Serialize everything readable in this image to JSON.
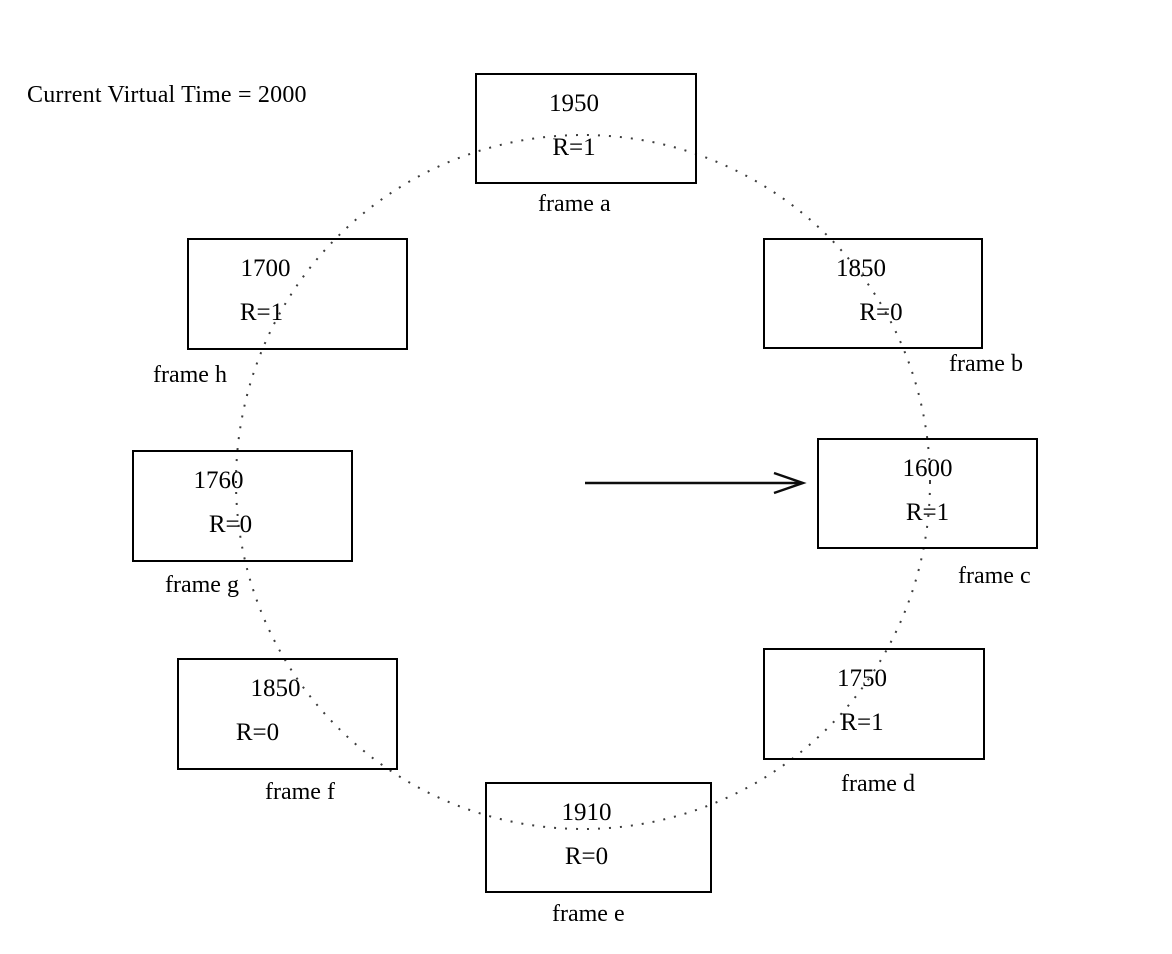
{
  "title": "Current Virtual Time = 2000",
  "frames": [
    {
      "label": "frame a",
      "time": "1950",
      "rbit": "R=1"
    },
    {
      "label": "frame b",
      "time": "1850",
      "rbit": "R=0"
    },
    {
      "label": "frame c",
      "time": "1600",
      "rbit": "R=1"
    },
    {
      "label": "frame d",
      "time": "1750",
      "rbit": "R=1"
    },
    {
      "label": "frame e",
      "time": "1910",
      "rbit": "R=0"
    },
    {
      "label": "frame f",
      "time": "1850",
      "rbit": "R=0"
    },
    {
      "label": "frame g",
      "time": "1760",
      "rbit": "R=0"
    },
    {
      "label": "frame h",
      "time": "1700",
      "rbit": "R=1"
    }
  ],
  "arrow": {
    "direction": "right",
    "points_to": "frame c"
  },
  "colors": {
    "ink": "#000000",
    "dotted_circle": "#3c3c3c",
    "background": "#ffffff"
  }
}
